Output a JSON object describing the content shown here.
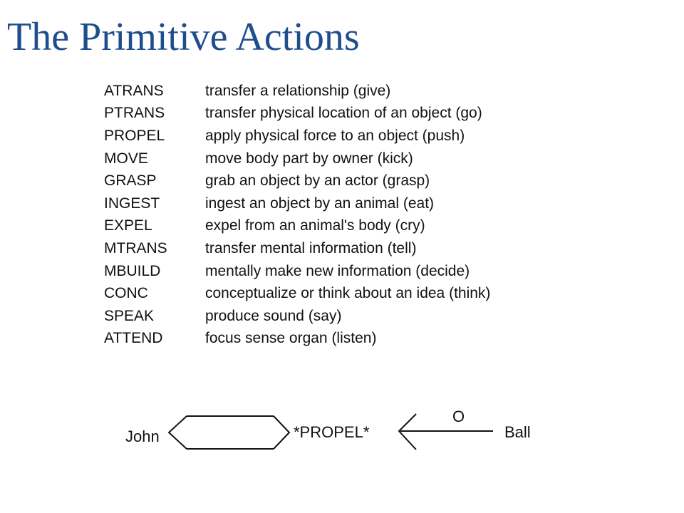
{
  "title": "The Primitive Actions",
  "actions": [
    {
      "name": "ATRANS",
      "description": "transfer a relationship (give)"
    },
    {
      "name": "PTRANS",
      "description": "transfer physical location of an object (go)"
    },
    {
      "name": "PROPEL",
      "description": "apply physical force to an object (push)"
    },
    {
      "name": "MOVE",
      "description": "move body part by owner (kick)"
    },
    {
      "name": "GRASP",
      "description": "grab an object by an actor (grasp)"
    },
    {
      "name": "INGEST",
      "description": "ingest an object by an animal (eat)"
    },
    {
      "name": "EXPEL",
      "description": "expel from an animal's body (cry)"
    },
    {
      "name": "MTRANS",
      "description": "transfer mental information (tell)"
    },
    {
      "name": "MBUILD",
      "description": "mentally make new information (decide)"
    },
    {
      "name": "CONC",
      "description": "conceptualize or think about an idea (think)"
    },
    {
      "name": "SPEAK",
      "description": "produce sound (say)"
    },
    {
      "name": "ATTEND",
      "description": "focus sense organ (listen)"
    }
  ],
  "diagram": {
    "actor": "John",
    "action": "*PROPEL*",
    "object_marker": "O",
    "object": "Ball"
  }
}
